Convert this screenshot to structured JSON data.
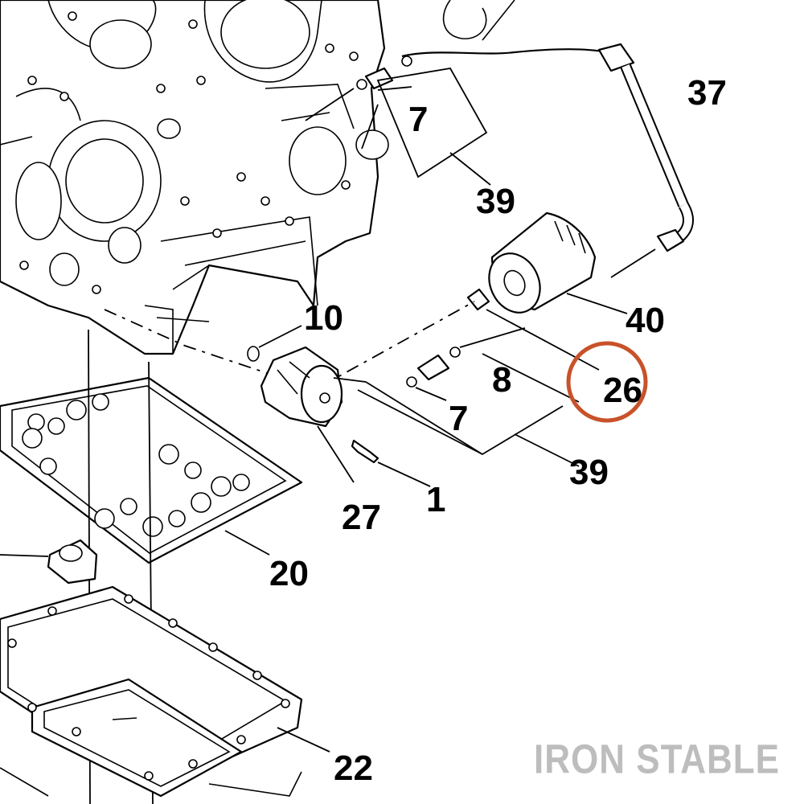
{
  "callouts": {
    "c37": "37",
    "c7a": "7",
    "c39a": "39",
    "c40": "40",
    "c10": "10",
    "c8": "8",
    "c26": "26",
    "c7b": "7",
    "c39b": "39",
    "c1": "1",
    "c27": "27",
    "c20": "20",
    "c22": "22"
  },
  "watermark": "IRON STABLE",
  "colors": {
    "highlight_circle": "#c8522a",
    "watermark": "#bdbdbd",
    "line": "#000000",
    "background": "#ffffff"
  },
  "highlight": {
    "target": "26"
  }
}
